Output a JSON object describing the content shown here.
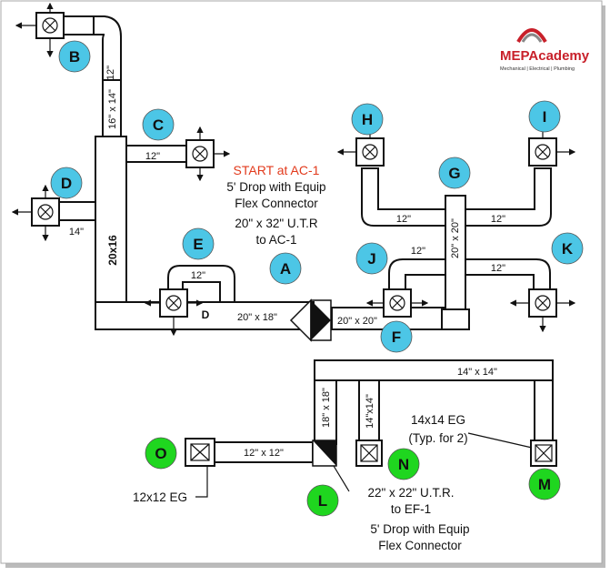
{
  "logo": {
    "name": "MEPAcademy",
    "tagline": "Mechanical | Electrical | Plumbing",
    "accent": "#c8202a"
  },
  "markers": [
    {
      "id": "B",
      "color": "#4cc6e6"
    },
    {
      "id": "C",
      "color": "#4cc6e6"
    },
    {
      "id": "D",
      "color": "#4cc6e6"
    },
    {
      "id": "E",
      "color": "#4cc6e6"
    },
    {
      "id": "A",
      "color": "#4cc6e6"
    },
    {
      "id": "H",
      "color": "#4cc6e6"
    },
    {
      "id": "I",
      "color": "#4cc6e6"
    },
    {
      "id": "G",
      "color": "#4cc6e6"
    },
    {
      "id": "J",
      "color": "#4cc6e6"
    },
    {
      "id": "K",
      "color": "#4cc6e6"
    },
    {
      "id": "F",
      "color": "#4cc6e6"
    },
    {
      "id": "O",
      "color": "#1fd61f"
    },
    {
      "id": "N",
      "color": "#1fd61f"
    },
    {
      "id": "M",
      "color": "#1fd61f"
    },
    {
      "id": "L",
      "color": "#1fd61f"
    }
  ],
  "supply_note": {
    "start": "START at AC-1",
    "line2": "5' Drop with Equip",
    "line3": "Flex Connector",
    "line4": "20\" x 32\" U.T.R",
    "line5": "to AC-1"
  },
  "return_note": {
    "line1": "22\" x 22\" U.T.R.",
    "line2": "to EF-1",
    "line3": "5' Drop with Equip",
    "line4": "Flex Connector"
  },
  "eg_note": {
    "line1": "14x14 EG",
    "line2": "(Typ. for 2)",
    "left": "12x12 EG"
  },
  "duct_labels": {
    "vert_12": "12\"",
    "vert_16x14": "16\" x 14\"",
    "branch_c": "12\"",
    "branch_d": "14\"",
    "main_vert": "20x16",
    "branch_e": "12\"",
    "d_tag": "D",
    "main_20x18": "20\" x 18\"",
    "main_20x20": "20\" x 20\"",
    "riser_20x20": "20\" x 20\"",
    "branch_h": "12\"",
    "branch_i": "12\"",
    "branch_j": "12\"",
    "branch_k": "12\"",
    "ret_14x14_top": "14\" x 14\"",
    "ret_18x18": "18\" x 18\"",
    "ret_14x14_vert": "14\"x14\"",
    "ret_12x12": "12\" x 12\""
  }
}
